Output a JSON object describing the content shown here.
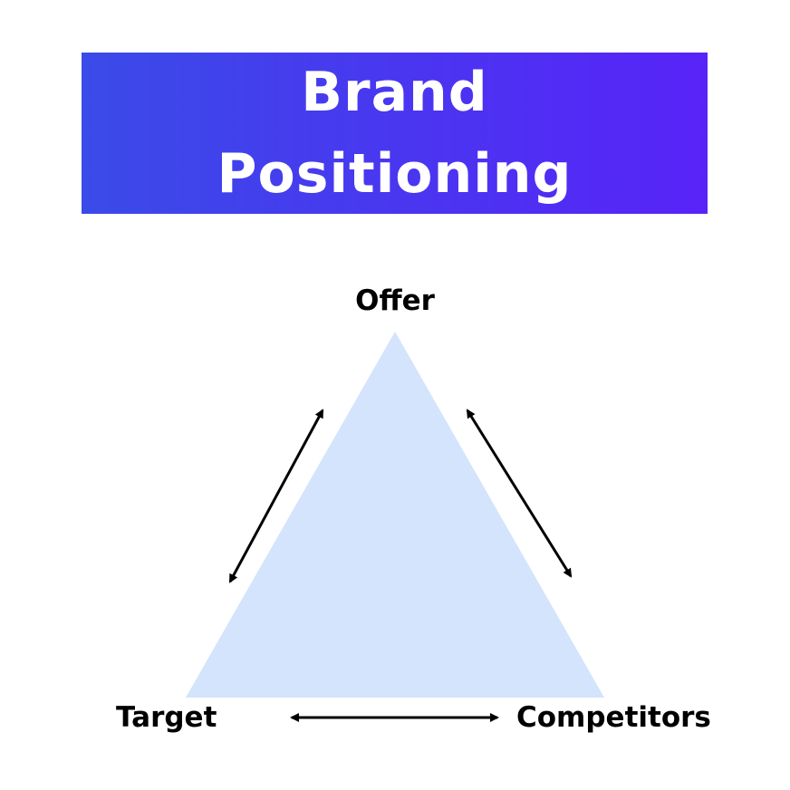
{
  "title": {
    "line1": "Brand",
    "line2": "Positioning"
  },
  "nodes": {
    "top": "Offer",
    "bottom_left": "Target",
    "bottom_right": "Competitors"
  },
  "colors": {
    "banner_start": "#3a4be8",
    "banner_end": "#5823f8",
    "triangle_fill": "#d3e4fc",
    "arrow": "#000000",
    "label": "#000000",
    "title_text": "#ffffff"
  },
  "relationships": [
    {
      "from": "Target",
      "to": "Offer",
      "type": "bidirectional-arrow"
    },
    {
      "from": "Offer",
      "to": "Competitors",
      "type": "bidirectional-arrow"
    },
    {
      "from": "Target",
      "to": "Competitors",
      "type": "bidirectional-arrow"
    }
  ]
}
